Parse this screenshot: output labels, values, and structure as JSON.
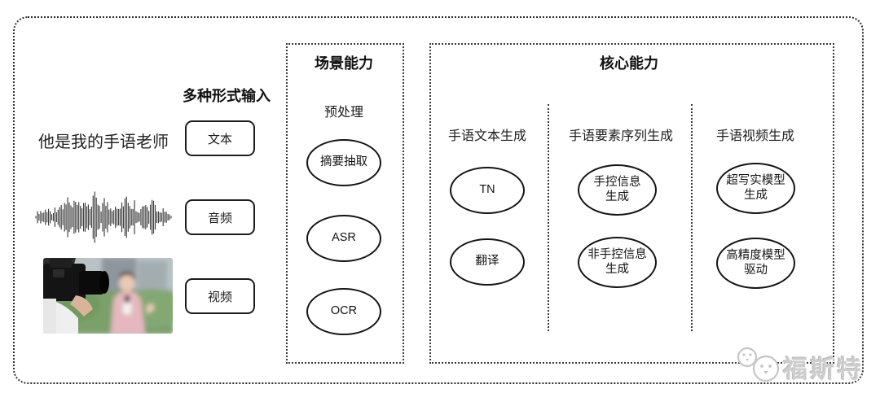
{
  "input_section": {
    "heading": "多种形式输入",
    "sample_text": "他是我的手语老师",
    "items": [
      {
        "label": "文本"
      },
      {
        "label": "音频"
      },
      {
        "label": "视频"
      }
    ]
  },
  "scene_capability": {
    "title": "场景能力",
    "subtitle": "预处理",
    "nodes": [
      "摘要抽取",
      "ASR",
      "OCR"
    ]
  },
  "core_capability": {
    "title": "核心能力",
    "columns": [
      {
        "header": "手语文本生成",
        "nodes": [
          "TN",
          "翻译"
        ]
      },
      {
        "header": "手语要素序列生成",
        "nodes": [
          "手控信息\n生成",
          "非手控信息\n生成"
        ]
      },
      {
        "header": "手语视频生成",
        "nodes": [
          "超写实模型\n生成",
          "高精度模型\n驱动"
        ]
      }
    ]
  },
  "watermark": {
    "brand": "福斯特"
  },
  "colors": {
    "stroke": "#141414",
    "panel_border": "#3a3a3a",
    "watermark": "#cdcdcd",
    "background": "#ffffff"
  }
}
